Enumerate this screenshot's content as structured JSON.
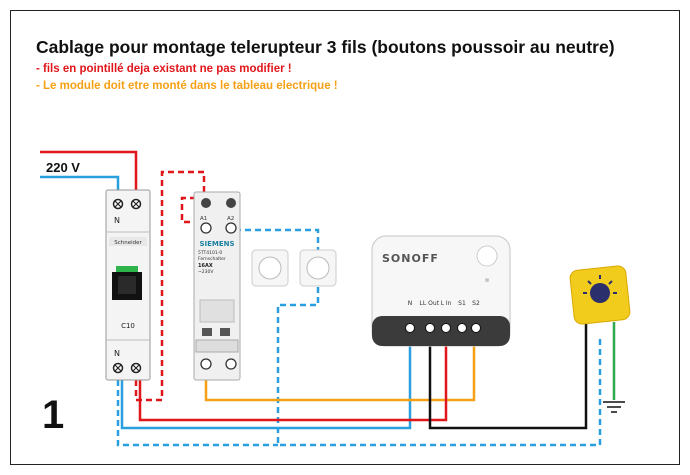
{
  "title": "Cablage pour montage telerupteur 3 fils (boutons poussoir au neutre)",
  "notes": [
    "- fils en pointillé deja existant ne pas modifier !",
    "- Le module doit etre monté dans le tableau electrique !"
  ],
  "supply_label": "220 V",
  "step_number": "1",
  "breaker": {
    "terminal_top": "N",
    "brand": "Schneider",
    "rating": "C10",
    "terminal_bottom": "N"
  },
  "relay": {
    "brand": "SIEMENS",
    "model": "5TT4101-0",
    "subtitle": "Fernschalter",
    "current": "16AX",
    "voltage": "~230V",
    "terminal_a1": "A1",
    "terminal_a2": "A2"
  },
  "sonoff": {
    "brand": "SONOFF",
    "terminals": [
      "N",
      "L",
      "L Out",
      "L In",
      "S1",
      "S2"
    ]
  },
  "colors": {
    "phase_red": "#e0161b",
    "neutral_blue": "#2a9fe0",
    "switch_orange": "#f5a015",
    "return_black": "#111111",
    "earth_green": "#2fa84f",
    "lamp_yellow": "#f2cc1c"
  },
  "icons": [
    "terminal-screw-icon",
    "push-button-icon",
    "lamp-icon",
    "ground-symbol-icon",
    "wifi-icon"
  ]
}
